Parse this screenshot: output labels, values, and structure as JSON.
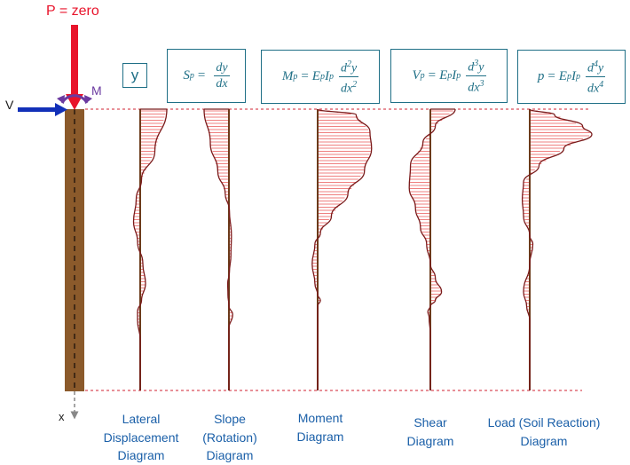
{
  "load": {
    "axial": "P = zero",
    "moment": "M",
    "shear": "V",
    "depth_axis": "x"
  },
  "formulas": {
    "y": "y",
    "slope": {
      "lhs": "S",
      "lhs_sub": "p",
      "num": "dy",
      "den": "dx"
    },
    "moment": {
      "lhs": "M",
      "lhs_sub": "p",
      "coef": "E",
      "coef_sub": "p",
      "coef2": "I",
      "coef2_sub": "p",
      "num": "d",
      "num_sup": "2",
      "num_tail": "y",
      "den": "dx",
      "den_sup": "2"
    },
    "shear": {
      "lhs": "V",
      "lhs_sub": "p",
      "coef": "E",
      "coef_sub": "p",
      "coef2": "I",
      "coef2_sub": "p",
      "num": "d",
      "num_sup": "3",
      "num_tail": "y",
      "den": "dx",
      "den_sup": "3"
    },
    "load": {
      "lhs": "p",
      "coef": "E",
      "coef_sub": "p",
      "coef2": "I",
      "coef2_sub": "p",
      "num": "d",
      "num_sup": "4",
      "num_tail": "y",
      "den": "dx",
      "den_sup": "4"
    }
  },
  "diagram_labels": [
    [
      "Lateral",
      "Displacement",
      "Diagram"
    ],
    [
      "Slope",
      "(Rotation)",
      "Diagram"
    ],
    [
      "Moment",
      "Diagram"
    ],
    [
      "Shear",
      "Diagram"
    ],
    [
      "Load (Soil Reaction)",
      "Diagram"
    ]
  ],
  "colors": {
    "pile": "#8b5a2b",
    "load_arrow": "#e8142b",
    "shear_arrow": "#1230b8",
    "moment_arrow": "#6b3aa0",
    "curve": "#7a1a1a",
    "hatch": "#ef8080",
    "label_blue": "#1a5fa8",
    "formula_teal": "#1f6f86"
  },
  "diagrams": [
    {
      "name": "lateral-displacement-curve",
      "profile": [
        [
          0.0,
          1.0
        ],
        [
          0.15,
          0.55
        ],
        [
          0.25,
          0.05
        ],
        [
          0.32,
          -0.15
        ],
        [
          0.4,
          -0.25
        ],
        [
          0.47,
          -0.1
        ],
        [
          0.55,
          0.1
        ],
        [
          0.62,
          0.2
        ],
        [
          0.68,
          0.05
        ],
        [
          0.72,
          -0.1
        ],
        [
          0.75,
          -0.1
        ],
        [
          0.82,
          0.0
        ],
        [
          1.0,
          0.0
        ]
      ]
    },
    {
      "name": "slope-curve",
      "profile": [
        [
          0.0,
          -1.0
        ],
        [
          0.12,
          -0.75
        ],
        [
          0.22,
          -0.45
        ],
        [
          0.3,
          -0.15
        ],
        [
          0.36,
          0.02
        ],
        [
          0.45,
          0.1
        ],
        [
          0.52,
          0.08
        ],
        [
          0.58,
          0.02
        ],
        [
          0.62,
          -0.05
        ],
        [
          0.66,
          -0.04
        ],
        [
          0.7,
          0.0
        ],
        [
          0.73,
          0.15
        ],
        [
          0.78,
          0.0
        ],
        [
          0.85,
          0.0
        ],
        [
          1.0,
          0.0
        ]
      ]
    },
    {
      "name": "moment-curve",
      "profile": [
        [
          0.0,
          0.0
        ],
        [
          0.02,
          0.7
        ],
        [
          0.08,
          0.95
        ],
        [
          0.14,
          0.98
        ],
        [
          0.22,
          0.85
        ],
        [
          0.3,
          0.55
        ],
        [
          0.38,
          0.25
        ],
        [
          0.44,
          0.05
        ],
        [
          0.48,
          -0.05
        ],
        [
          0.55,
          -0.1
        ],
        [
          0.62,
          -0.05
        ],
        [
          0.66,
          0.0
        ],
        [
          0.68,
          0.05
        ],
        [
          0.7,
          0.0
        ],
        [
          0.75,
          0.0
        ],
        [
          1.0,
          0.0
        ]
      ]
    },
    {
      "name": "shear-curve",
      "profile": [
        [
          0.0,
          1.0
        ],
        [
          0.06,
          0.2
        ],
        [
          0.12,
          -0.3
        ],
        [
          0.2,
          -0.8
        ],
        [
          0.28,
          -0.85
        ],
        [
          0.35,
          -0.6
        ],
        [
          0.42,
          -0.4
        ],
        [
          0.48,
          -0.15
        ],
        [
          0.55,
          0.0
        ],
        [
          0.6,
          0.2
        ],
        [
          0.65,
          0.45
        ],
        [
          0.68,
          0.2
        ],
        [
          0.7,
          0.0
        ],
        [
          0.72,
          -0.1
        ],
        [
          0.74,
          -0.05
        ],
        [
          0.8,
          0.0
        ],
        [
          1.0,
          0.0
        ]
      ]
    },
    {
      "name": "soil-reaction-curve",
      "profile": [
        [
          0.0,
          0.0
        ],
        [
          0.02,
          0.4
        ],
        [
          0.06,
          0.85
        ],
        [
          0.09,
          1.0
        ],
        [
          0.14,
          0.55
        ],
        [
          0.2,
          0.15
        ],
        [
          0.26,
          -0.1
        ],
        [
          0.32,
          -0.12
        ],
        [
          0.38,
          -0.1
        ],
        [
          0.45,
          0.0
        ],
        [
          0.48,
          0.05
        ],
        [
          0.55,
          0.0
        ],
        [
          0.65,
          -0.1
        ],
        [
          0.7,
          -0.05
        ],
        [
          0.75,
          0.0
        ],
        [
          1.0,
          0.0
        ]
      ]
    }
  ]
}
